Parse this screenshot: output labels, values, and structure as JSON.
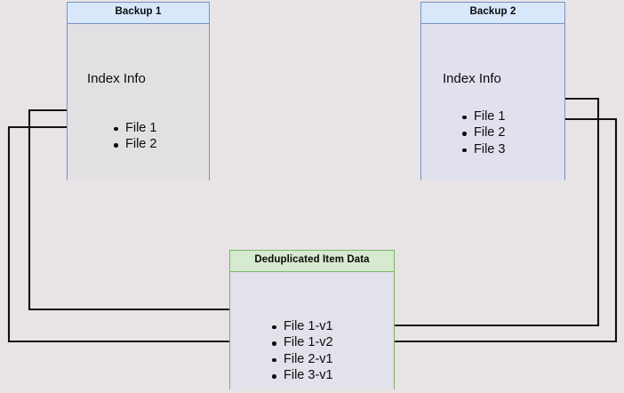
{
  "diagram": {
    "title_semantic": "backup-deduplication-diagram",
    "background_color": "#e8e4e6",
    "nodes": [
      {
        "id": "backup-1",
        "header": "Backup 1",
        "section_label": "Index Info",
        "files": [
          "File 1",
          "File 2"
        ],
        "border_color": "#7494c4",
        "header_fill": "#d9e7fb",
        "body_fill": "#e3e0e4"
      },
      {
        "id": "backup-2",
        "header": "Backup 2",
        "section_label": "Index Info",
        "files": [
          "File 1",
          "File 2",
          "File 3"
        ],
        "border_color": "#7494c4",
        "header_fill": "#d9e7fb",
        "body_fill": "#e1e0ed"
      },
      {
        "id": "deduplicated-item-data",
        "header": "Deduplicated Item Data",
        "section_label": "",
        "files": [
          "File 1-v1",
          "File 1-v2",
          "File 2-v1",
          "File 3-v1"
        ],
        "border_color": "#7ab563",
        "header_fill": "#d6ead0",
        "body_fill": "#e3e1ea"
      }
    ],
    "edges": [
      {
        "id": "edge-b1-file1-to-file1v1",
        "from": "backup-1 File 1",
        "to": "deduplicated File 1-v1",
        "direction": "left-route"
      },
      {
        "id": "edge-b1-file2-to-file2v1",
        "from": "backup-1 File 2",
        "to": "deduplicated File 2-v1",
        "direction": "left-route"
      },
      {
        "id": "edge-b2-file1-to-file1v2",
        "from": "backup-2 File 1",
        "to": "deduplicated File 1-v2",
        "direction": "right-route"
      },
      {
        "id": "edge-b2-file2-to-file2v1",
        "from": "backup-2 File 2",
        "to": "deduplicated File 2-v1",
        "direction": "right-route"
      }
    ],
    "edge_color": "#111111"
  }
}
